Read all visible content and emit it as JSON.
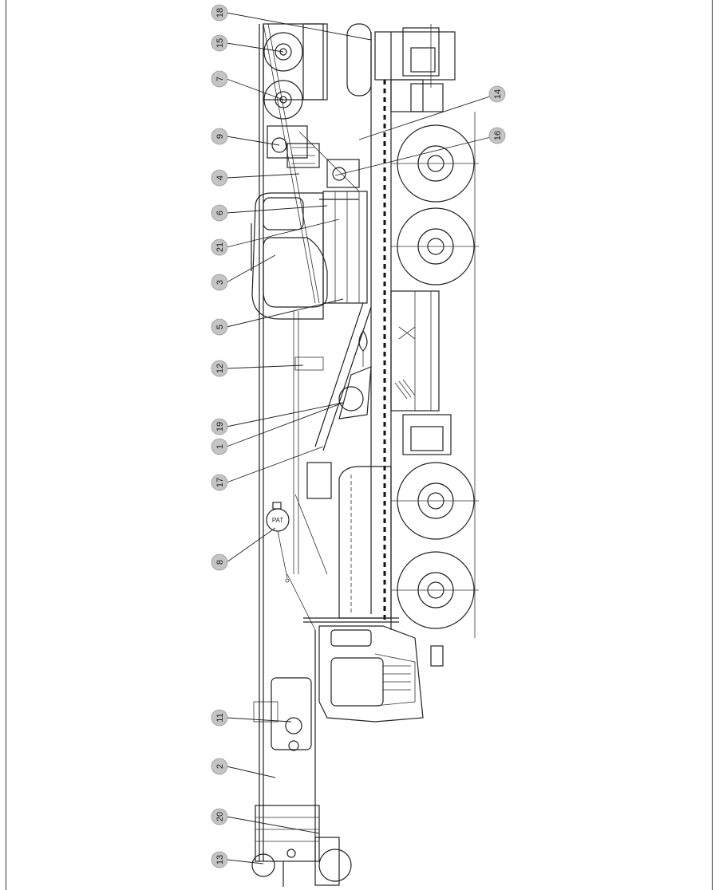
{
  "figure": {
    "part_labels": [
      "18",
      "15",
      "7",
      "9",
      "4",
      "6",
      "21",
      "3",
      "5",
      "12",
      "19",
      "1",
      "17",
      "8",
      "11",
      "2",
      "20",
      "13",
      "14",
      "16"
    ],
    "pat_label": "PAT"
  }
}
